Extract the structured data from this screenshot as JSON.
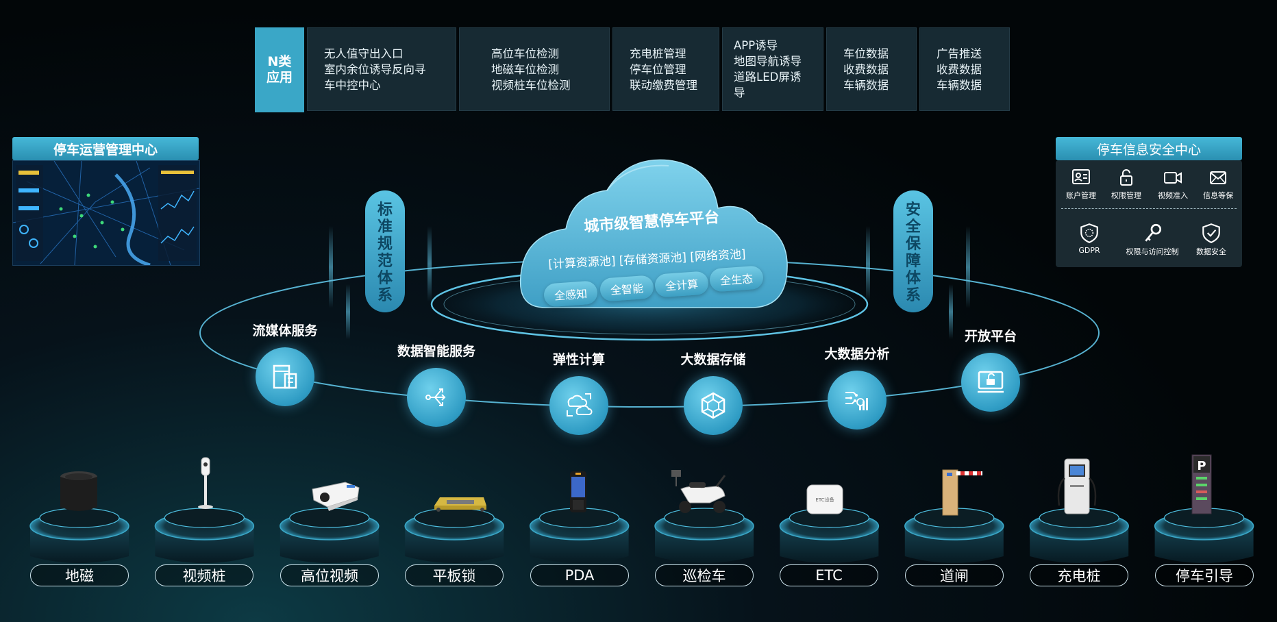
{
  "apps": {
    "label": "N类应用",
    "boxes": [
      {
        "lines": [
          "无人值守出入口",
          "室内余位诱导反向寻",
          "车中控中心"
        ]
      },
      {
        "lines": [
          "高位车位检测",
          "地磁车位检测",
          "视频桩车位检测"
        ]
      },
      {
        "lines": [
          "充电桩管理",
          "停车位管理",
          "联动缴费管理"
        ]
      },
      {
        "lines": [
          "APP诱导",
          "地图导航诱导",
          "道路LED屏诱导"
        ]
      },
      {
        "lines": [
          "车位数据",
          "收费数据",
          "车辆数据"
        ]
      },
      {
        "lines": [
          "广告推送",
          "收费数据",
          "车辆数据"
        ]
      }
    ]
  },
  "ops_center": {
    "title": "停车运营管理中心"
  },
  "security_center": {
    "title": "停车信息安全中心",
    "items": [
      {
        "label": "账户管理",
        "icon": "account-card-icon"
      },
      {
        "label": "权限管理",
        "icon": "lock-icon"
      },
      {
        "label": "视频准入",
        "icon": "video-camera-icon"
      },
      {
        "label": "信息等保",
        "icon": "mail-shield-icon"
      },
      {
        "label": "GDPR",
        "icon": "gdpr-shield-icon"
      },
      {
        "label": "权限与访问控制",
        "icon": "key-icon"
      },
      {
        "label": "数据安全",
        "icon": "check-shield-icon"
      }
    ]
  },
  "left_pillar": "标准规范体系",
  "right_pillar": "安全保障体系",
  "cloud": {
    "title": "城市级智慧停车平台",
    "pools": "[计算资源池] [存储资源池] [网络资池]",
    "chips": [
      "全感知",
      "全智能",
      "全计算",
      "全生态"
    ]
  },
  "services": [
    {
      "label": "流媒体服务",
      "icon": "media-server-icon"
    },
    {
      "label": "数据智能服务",
      "icon": "share-arrows-icon"
    },
    {
      "label": "弹性计算",
      "icon": "cloud-compute-icon"
    },
    {
      "label": "大数据存储",
      "icon": "hexagon-network-icon"
    },
    {
      "label": "大数据分析",
      "icon": "analytics-icon"
    },
    {
      "label": "开放平台",
      "icon": "unlock-monitor-icon"
    }
  ],
  "devices": [
    "地磁",
    "视频桩",
    "高位视频",
    "平板锁",
    "PDA",
    "巡检车",
    "ETC",
    "道闸",
    "充电桩",
    "停车引导"
  ],
  "device_text": {
    "etc_sticker": "ETC设备",
    "guide_sign": "P"
  },
  "colors": {
    "accent": "#3aa7c7",
    "box_bg": "#172a33",
    "ring": "#5fc3e4"
  }
}
